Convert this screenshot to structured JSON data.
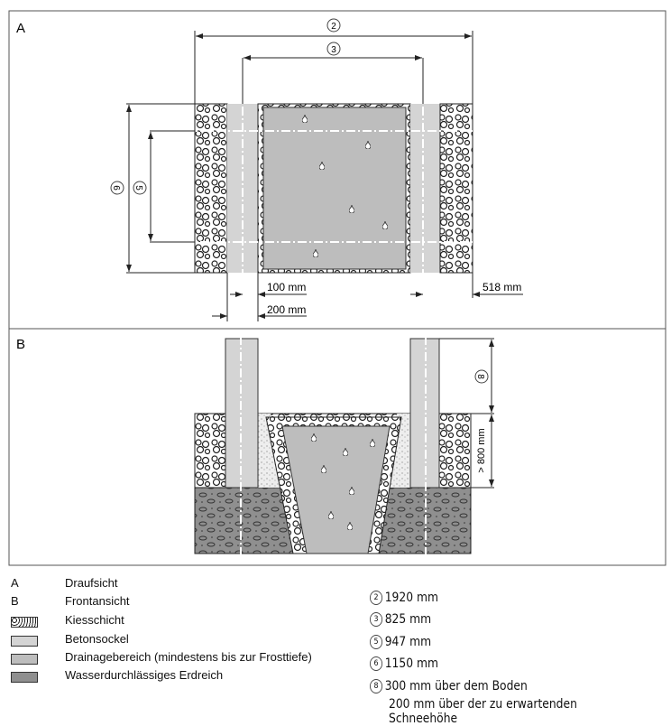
{
  "sections": {
    "top_label": "A",
    "front_label": "B"
  },
  "dimensions": {
    "d2": "2",
    "d3": "3",
    "d5": "5",
    "d6": "6",
    "d8": "8",
    "mm100": "100 mm",
    "mm200": "200 mm",
    "mm518": "518 mm",
    "mm800": "> 800 mm"
  },
  "legend": {
    "left": [
      {
        "key": "A",
        "label": "Draufsicht"
      },
      {
        "key": "B",
        "label": "Frontansicht"
      },
      {
        "swatch": "gravel",
        "label": "Kiesschicht"
      },
      {
        "swatch": "concrete",
        "label": "Betonsockel"
      },
      {
        "swatch": "drainage",
        "label": "Drainagebereich (mindestens bis zur Frosttiefe)"
      },
      {
        "swatch": "earth",
        "label": "Wasserdurchlässiges Erdreich"
      }
    ],
    "right": [
      {
        "num": "2",
        "text": "1920 mm"
      },
      {
        "num": "3",
        "text": "825 mm"
      },
      {
        "num": "5",
        "text": "947 mm"
      },
      {
        "num": "6",
        "text": "1150 mm"
      },
      {
        "num": "8",
        "text": "300 mm über dem Boden"
      },
      {
        "num": "",
        "text": "200 mm über der zu erwartenden Schneehöhe"
      }
    ]
  },
  "colors": {
    "concrete": "#d4d4d4",
    "drainage": "#bdbdbd",
    "earth": "#8f8f8f",
    "line": "#222222"
  }
}
